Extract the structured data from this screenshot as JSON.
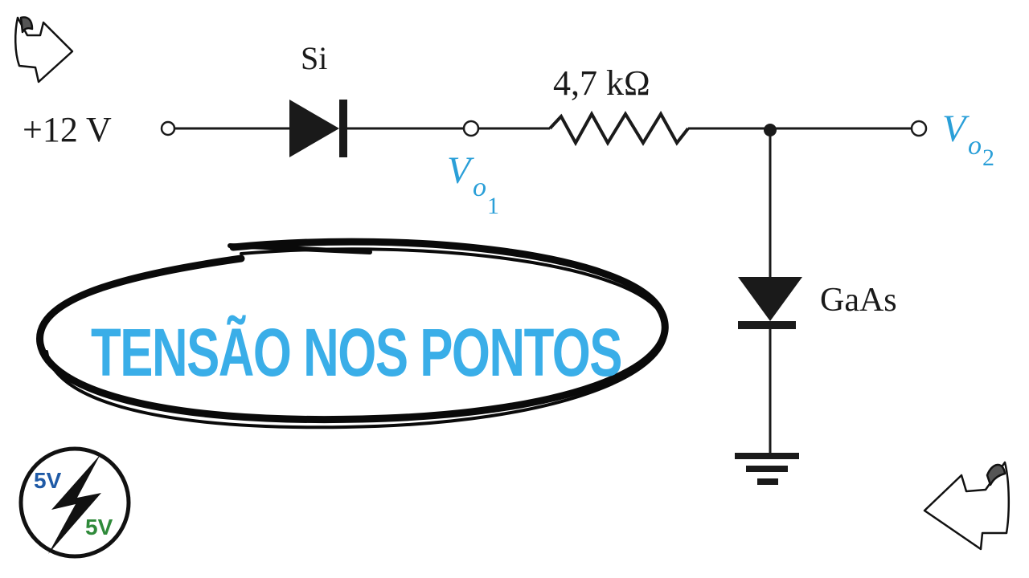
{
  "circuit": {
    "source_label": "+12 V",
    "diode1_label": "Si",
    "resistor_label": "4,7 kΩ",
    "diode2_label": "GaAs",
    "vo1": {
      "main": "V",
      "sub": "o",
      "subsub": "1"
    },
    "vo2": {
      "main": "V",
      "sub": "o",
      "subsub": "2"
    }
  },
  "banner": {
    "text": "TENSÃO NOS PONTOS"
  },
  "logo": {
    "top_text": "5V",
    "bottom_text": "5V"
  },
  "colors": {
    "wire": "#1a1a1a",
    "node_label": "#2a9fd8",
    "banner_text": "#3aaee8",
    "logo_blue": "#1f5aa6",
    "logo_green": "#2f8a3a"
  }
}
